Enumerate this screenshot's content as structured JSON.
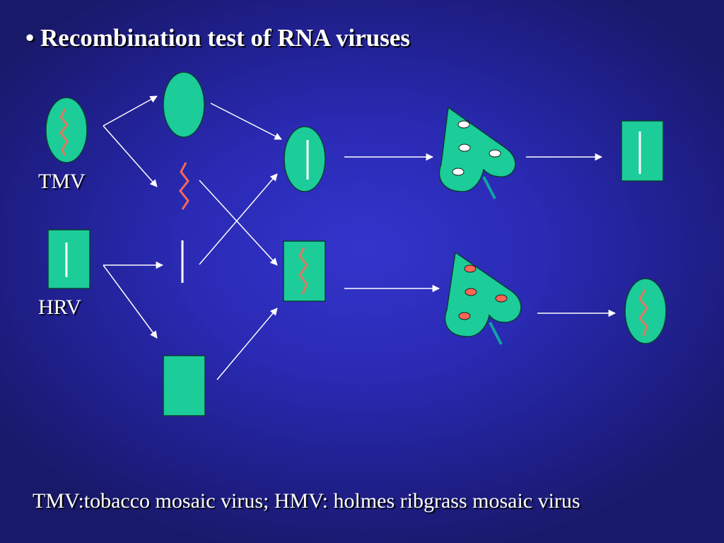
{
  "title": "• Recombination test of RNA viruses",
  "labels": {
    "tmv": "TMV",
    "hrv": "HRV"
  },
  "footer": "TMV:tobacco mosaic virus;  HMV: holmes ribgrass mosaic virus",
  "colors": {
    "virus_fill": "#1ccc99",
    "tmv_rna": "#e07a5f",
    "hrv_rna": "#ffffff",
    "lesion_tmv": "#ffffff",
    "lesion_hrv": "#ff6655",
    "stem": "#10a4a4",
    "arrow": "#ffffff"
  }
}
